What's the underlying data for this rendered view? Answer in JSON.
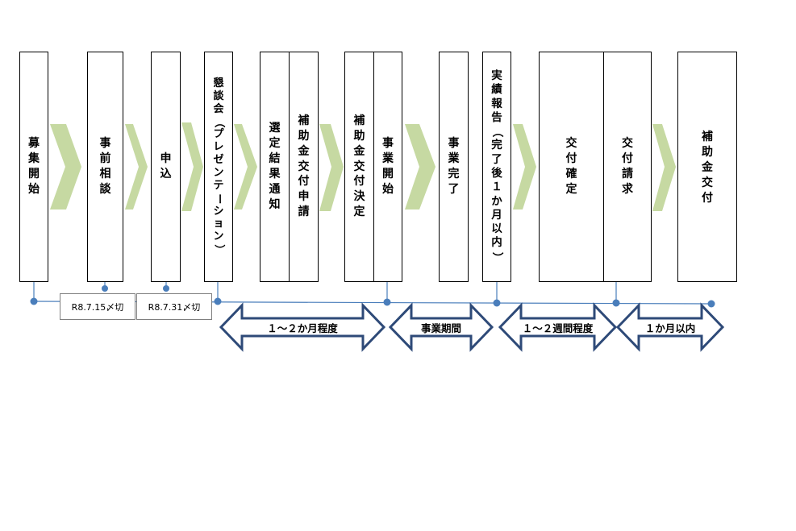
{
  "steps": [
    {
      "id": "recruit",
      "label": "募集開始"
    },
    {
      "id": "consult",
      "label": "事前相談"
    },
    {
      "id": "apply",
      "label": "申込"
    },
    {
      "id": "presentation",
      "label": "懇談会（プレゼンテーション）"
    },
    {
      "id": "selection",
      "label": "選定結果通知"
    },
    {
      "id": "subsidy_request",
      "label": "補助金交付申請"
    },
    {
      "id": "grant_decision",
      "label": "補助金交付決定"
    },
    {
      "id": "project_start",
      "label": "事業開始"
    },
    {
      "id": "project_complete",
      "label": "事業完了"
    },
    {
      "id": "report",
      "label": "実績報告（完了後１か月以内）"
    },
    {
      "id": "grant_confirm",
      "label": "交付確定"
    },
    {
      "id": "grant_claim",
      "label": "交付請求"
    },
    {
      "id": "subsidy_payment",
      "label": "補助金交付"
    }
  ],
  "deadlines": {
    "consult": "R8.7.15〆切",
    "apply": "R8.7.31〆切"
  },
  "durations": {
    "review": "１～２か月程度",
    "project": "事業期間",
    "confirm": "１～２週間程度",
    "payment": "１か月以内"
  },
  "colors": {
    "chevron": "#c6d9a2",
    "timeline": "#4a7ebb",
    "arrow_outline": "#2e4a78"
  }
}
